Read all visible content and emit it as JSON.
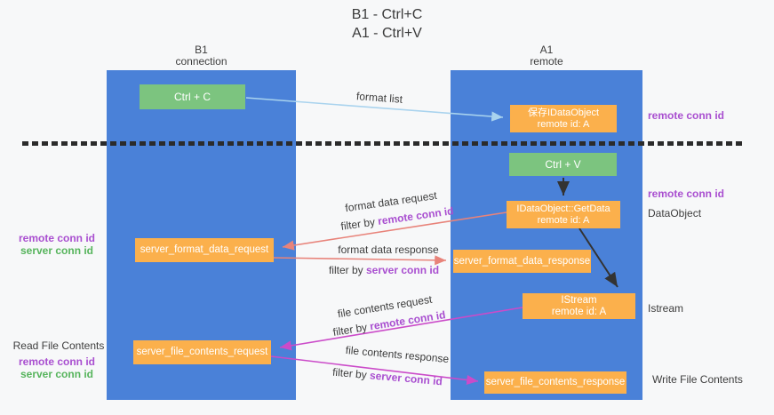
{
  "title": {
    "line1": "B1 - Ctrl+C",
    "line2": "A1 - Ctrl+V"
  },
  "lifelines": {
    "left": {
      "title": "B1",
      "subtitle": "connection"
    },
    "right": {
      "title": "A1",
      "subtitle": "remote"
    }
  },
  "nodes": {
    "ctrl_c": {
      "label": "Ctrl + C"
    },
    "save_idataobject": {
      "line1": "保存IDataObject",
      "line2": "remote id: A"
    },
    "ctrl_v": {
      "label": "Ctrl + V"
    },
    "getdata": {
      "line1": "IDataObject::GetData",
      "line2": "remote id: A"
    },
    "server_format_data_request": {
      "label": "server_format_data_request"
    },
    "server_format_data_response": {
      "label": "server_format_data_response"
    },
    "istream": {
      "line1": "IStream",
      "line2": "remote id: A"
    },
    "server_file_contents_request": {
      "label": "server_file_contents_request"
    },
    "server_file_contents_response": {
      "label": "server_file_contents_response"
    }
  },
  "arrow_labels": {
    "format_list": "format list",
    "format_data_request": "format data request",
    "format_data_response": "format data response",
    "file_contents_request": "file contents request",
    "file_contents_response": "file contents response",
    "filter_by": "filter by ",
    "remote_conn_id": "remote conn id",
    "server_conn_id": "server conn id"
  },
  "side_labels": {
    "right_top_remote_conn_id": "remote conn id",
    "right_mid_remote_conn_id": "remote conn id",
    "dataobject": "DataObject",
    "istream": "Istream",
    "write_file_contents": "Write File Contents",
    "left_mid_remote_conn_id": "remote conn id",
    "left_mid_server_conn_id": "server conn id",
    "read_file_contents": "Read File Contents",
    "left_bot_remote_conn_id": "remote conn id",
    "left_bot_server_conn_id": "server conn id"
  },
  "colors": {
    "lifeline_blue": "#4a81d8",
    "action_green": "#7cc47f",
    "message_orange": "#fbb04c",
    "remote_conn_purple": "#a94fd0",
    "server_conn_green": "#56b45c",
    "format_arrow_salmon": "#e8837a",
    "file_arrow_magenta": "#cb4bc9",
    "format_list_arrow_blue": "#a9d3ee",
    "black_arrow": "#333333"
  }
}
